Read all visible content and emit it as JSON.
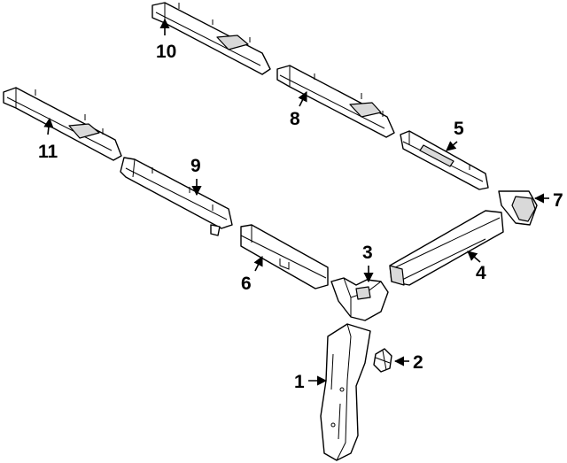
{
  "callouts": [
    {
      "id": "1",
      "label": "1"
    },
    {
      "id": "2",
      "label": "2"
    },
    {
      "id": "3",
      "label": "3"
    },
    {
      "id": "4",
      "label": "4"
    },
    {
      "id": "5",
      "label": "5"
    },
    {
      "id": "6",
      "label": "6"
    },
    {
      "id": "7",
      "label": "7"
    },
    {
      "id": "8",
      "label": "8"
    },
    {
      "id": "9",
      "label": "9"
    },
    {
      "id": "10",
      "label": "10"
    },
    {
      "id": "11",
      "label": "11"
    }
  ],
  "colors": {
    "line": "#000000",
    "background": "#ffffff",
    "shade": "#d9d9d9"
  }
}
